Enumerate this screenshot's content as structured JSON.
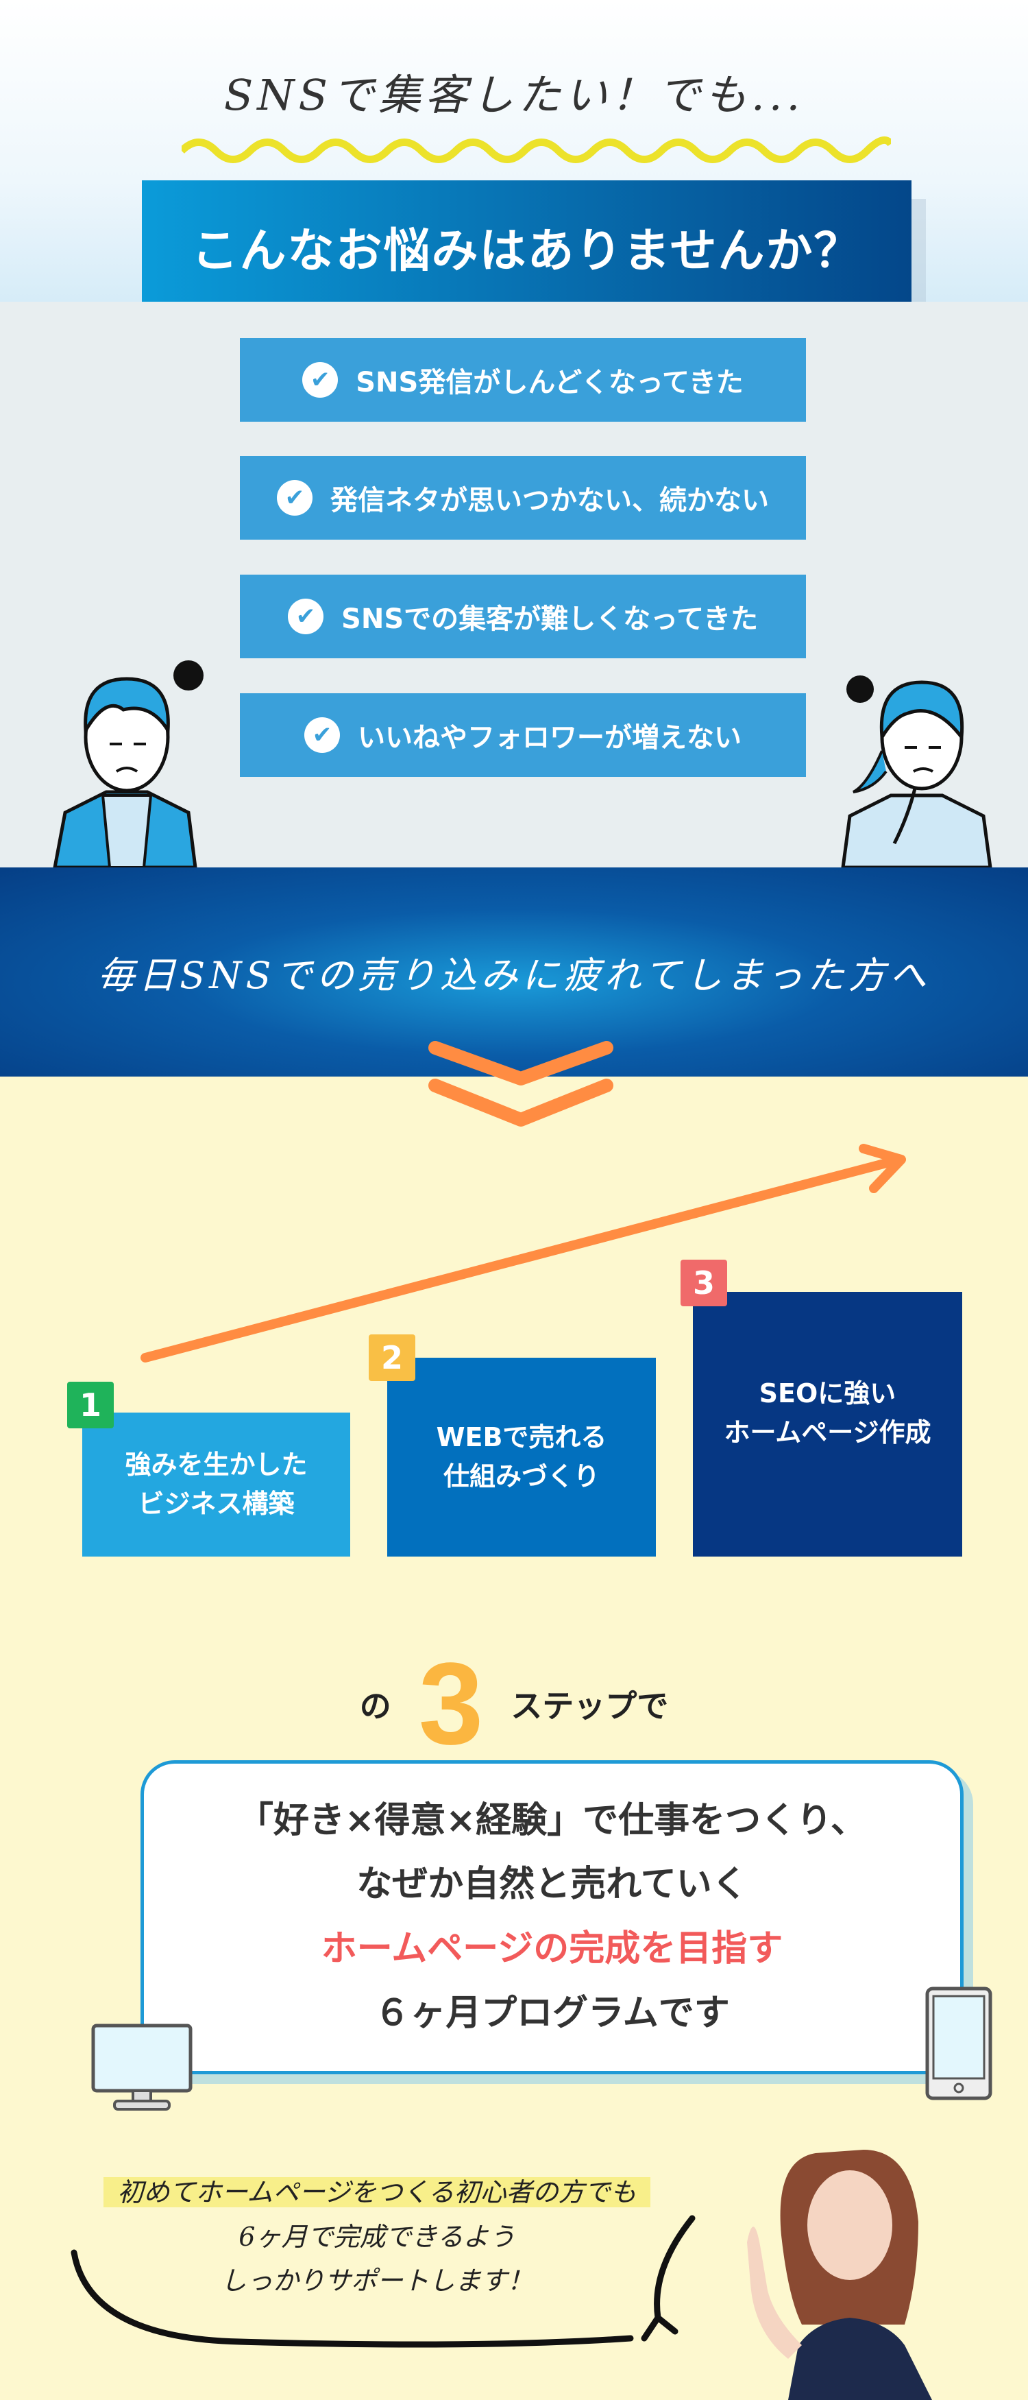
{
  "header": {
    "lead": "SNSで集客したい！でも...",
    "banner": "こんなお悩みはありませんか？"
  },
  "worries": [
    {
      "text": "SNS発信がしんどくなってきた",
      "icon": "check-circle-icon"
    },
    {
      "text": "発信ネタが思いつかない、続かない",
      "icon": "check-circle-icon"
    },
    {
      "text": "SNSでの集客が難しくなってきた",
      "icon": "check-circle-icon"
    },
    {
      "text": "いいねやフォロワーが増えない",
      "icon": "check-circle-icon"
    }
  ],
  "band": {
    "text": "毎日SNSでの売り込みに疲れてしまった方へ"
  },
  "steps": [
    {
      "num": "1",
      "line1": "強みを生かした",
      "line2": "ビジネス構築",
      "color": "#23a7e0",
      "badge": "#1fb35a"
    },
    {
      "num": "2",
      "line1": "WEBで売れる",
      "line2": "仕組みづくり",
      "color": "#0270be",
      "badge": "#f9bf45"
    },
    {
      "num": "3",
      "line1": "SEOに強い",
      "line2": "ホームページ作成",
      "color": "#063783",
      "badge": "#f06a6a"
    }
  ],
  "three": {
    "pre": "の",
    "num": "3",
    "post": "ステップで"
  },
  "message": {
    "line1": "「好き×得意×経験」で仕事をつくり、",
    "line2": "なぜか自然と売れていく",
    "line3": "ホームページの完成を目指す",
    "line4": "６ヶ月プログラムです"
  },
  "support": {
    "line1": "初めてホームページをつくる初心者の方でも",
    "line2": "6ヶ月で完成できるよう",
    "line3": "しっかりサポートします！"
  },
  "colors": {
    "accent_red": "#f25a5a",
    "orange": "#ff8c42"
  }
}
